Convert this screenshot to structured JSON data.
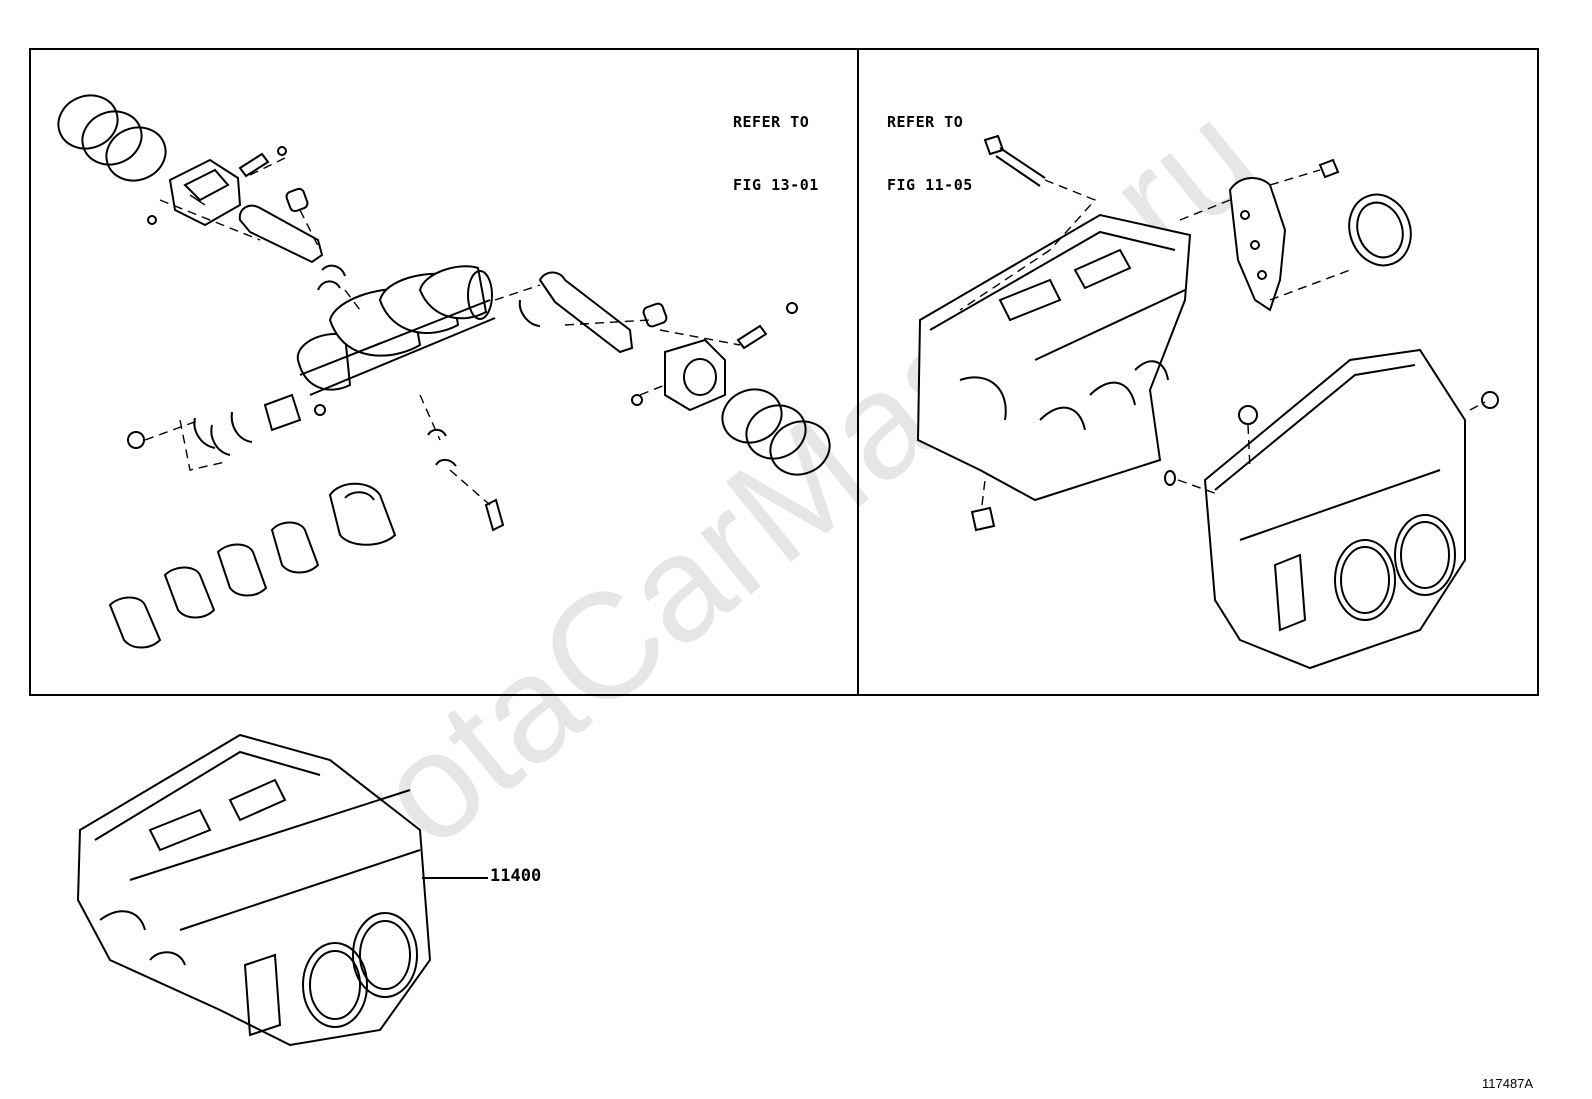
{
  "refer_left": {
    "line1": "REFER TO",
    "line2": "FIG 13-01"
  },
  "refer_right": {
    "line1": "REFER TO",
    "line2": "FIG 11-05"
  },
  "part_number": "11400",
  "figure_id": "117487A",
  "watermark_text": "ToyotaCarMaster.ru"
}
